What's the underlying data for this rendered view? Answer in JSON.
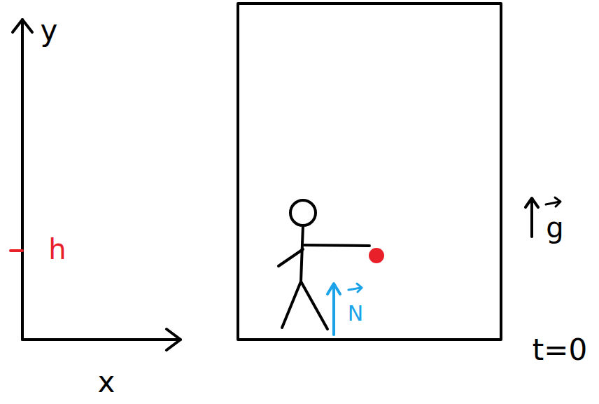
{
  "diagram": {
    "labels": [
      "y",
      "x",
      "h",
      "N",
      "g",
      "t=0"
    ]
  }
}
